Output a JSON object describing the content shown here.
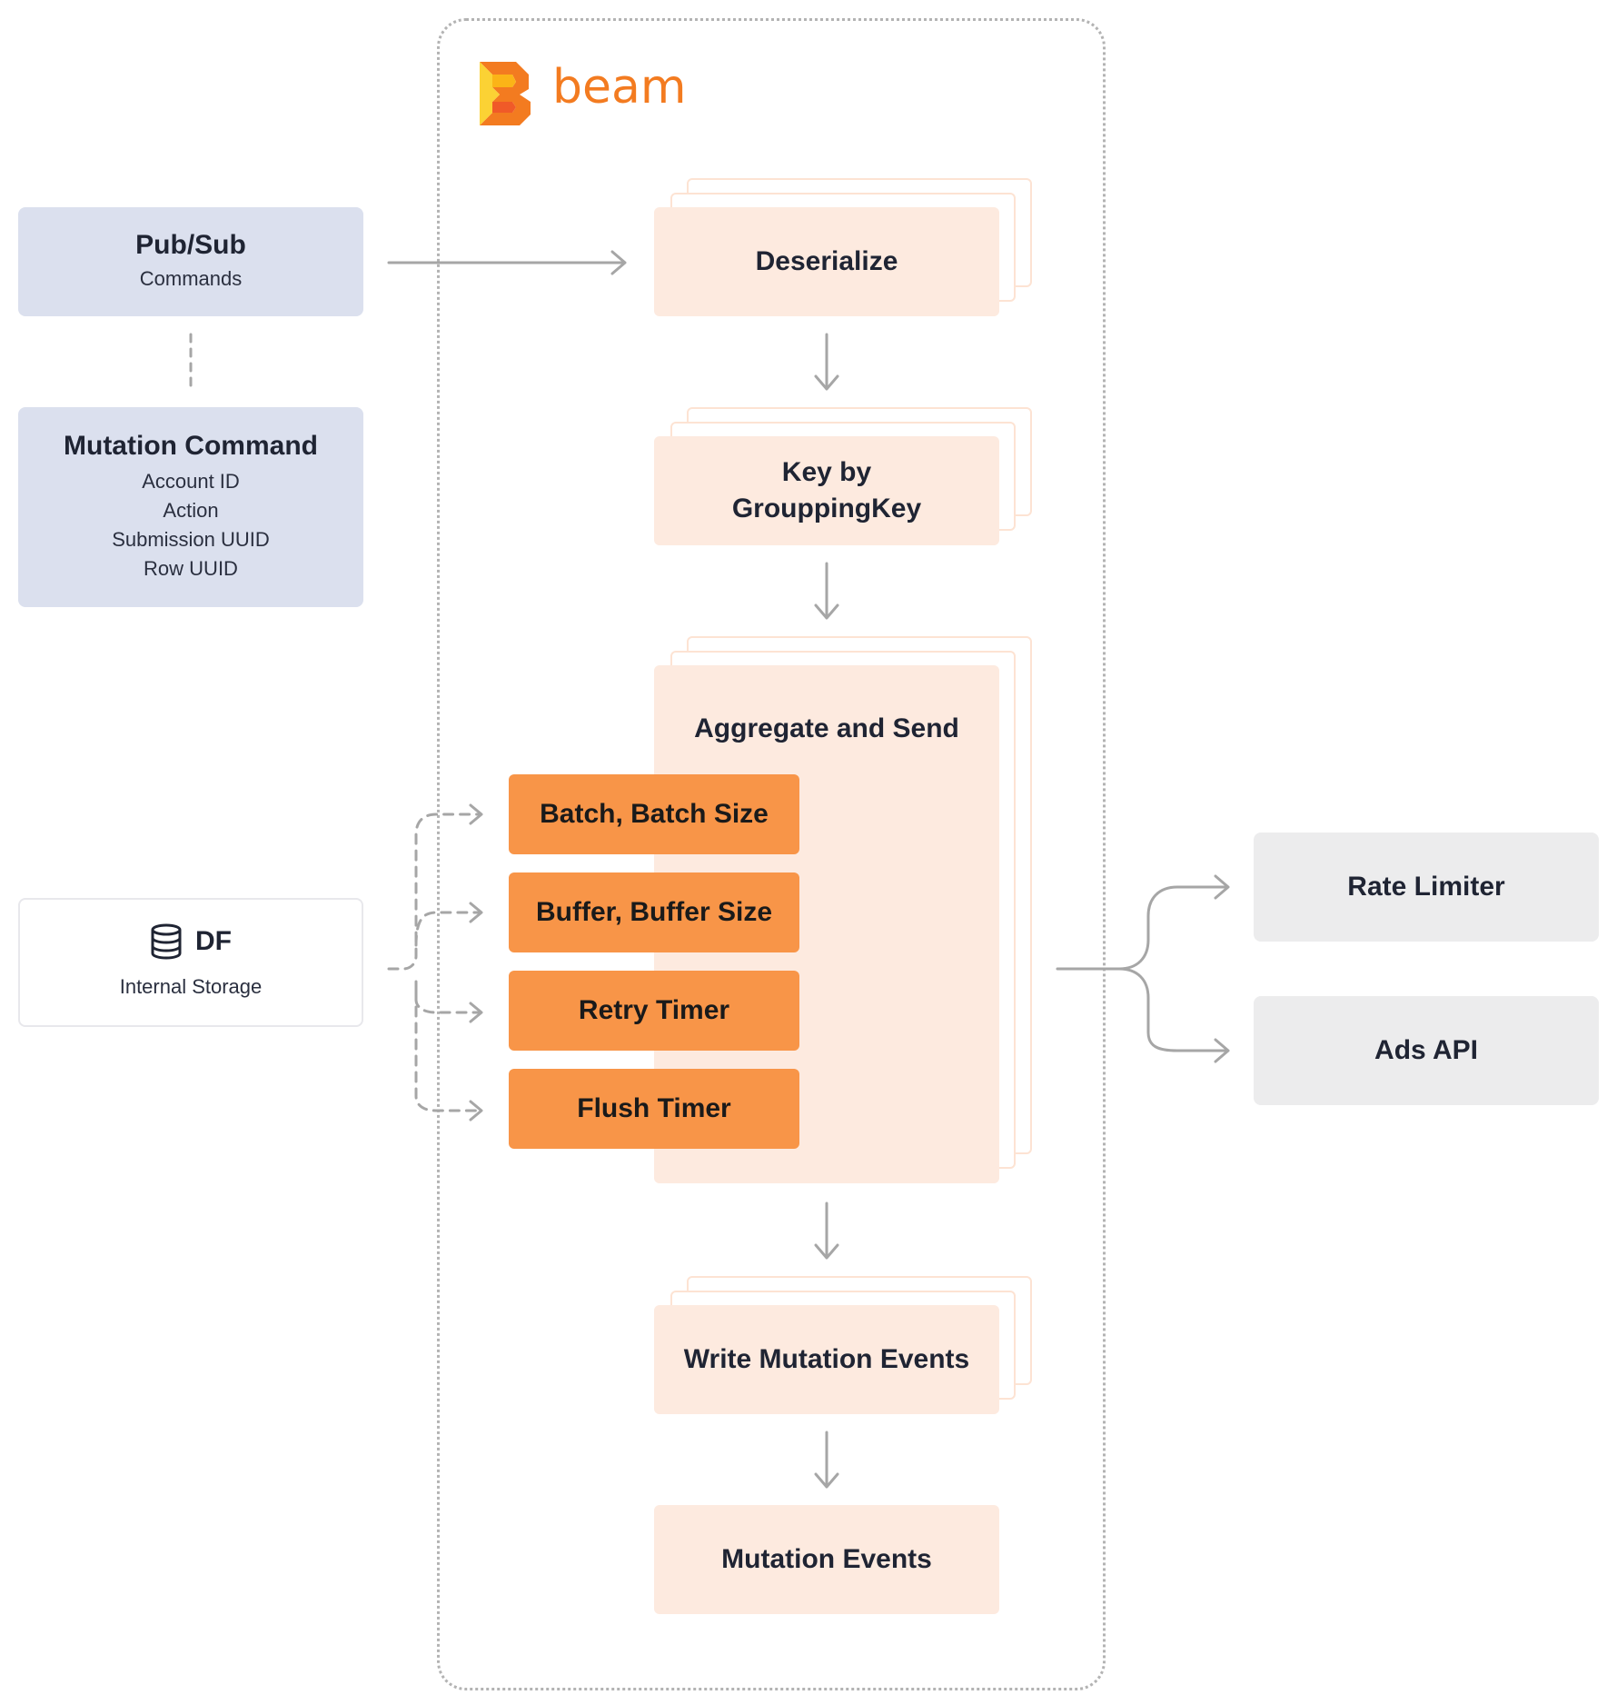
{
  "left": {
    "pubsub": {
      "title": "Pub/Sub",
      "subtitle": "Commands"
    },
    "mutation_command": {
      "title": "Mutation Command",
      "fields": [
        "Account ID",
        "Action",
        "Submission UUID",
        "Row UUID"
      ]
    },
    "df": {
      "title": "DF",
      "subtitle": "Internal Storage",
      "icon": "database-icon"
    }
  },
  "beam": {
    "logo_text": "beam",
    "steps": {
      "deserialize": "Deserialize",
      "key_by_line1": "Key by",
      "key_by_line2": "GrouppingKey",
      "aggregate": "Aggregate and Send",
      "write_events": "Write Mutation Events",
      "mutation_events": "Mutation Events"
    },
    "params": [
      "Batch, Batch Size",
      "Buffer, Buffer Size",
      "Retry Timer",
      "Flush Timer"
    ]
  },
  "right": {
    "rate_limiter": "Rate Limiter",
    "ads_api": "Ads API"
  },
  "colors": {
    "step_fill": "#fdeadf",
    "param_fill": "#f89548",
    "source_fill": "#dbe0ee",
    "sink_fill": "#ececed",
    "beam_orange": "#f37b20",
    "arrow": "#a6a6a6"
  }
}
